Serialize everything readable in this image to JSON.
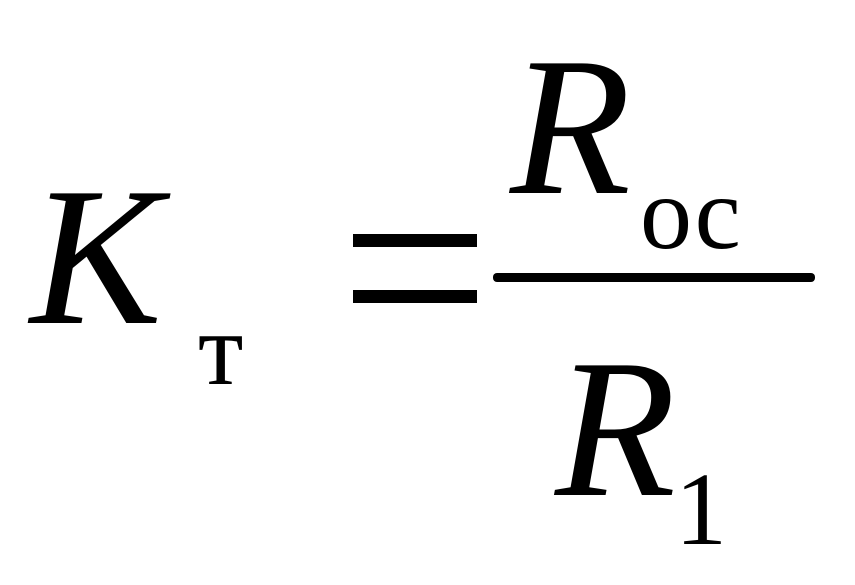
{
  "formula": {
    "lhs": {
      "symbol": "K",
      "subscript": "т"
    },
    "rhs": {
      "numerator": {
        "symbol": "R",
        "subscript": "ос"
      },
      "denominator": {
        "symbol": "R",
        "subscript": "1"
      }
    }
  },
  "colors": {
    "ink": "#000000",
    "background": "#ffffff"
  }
}
